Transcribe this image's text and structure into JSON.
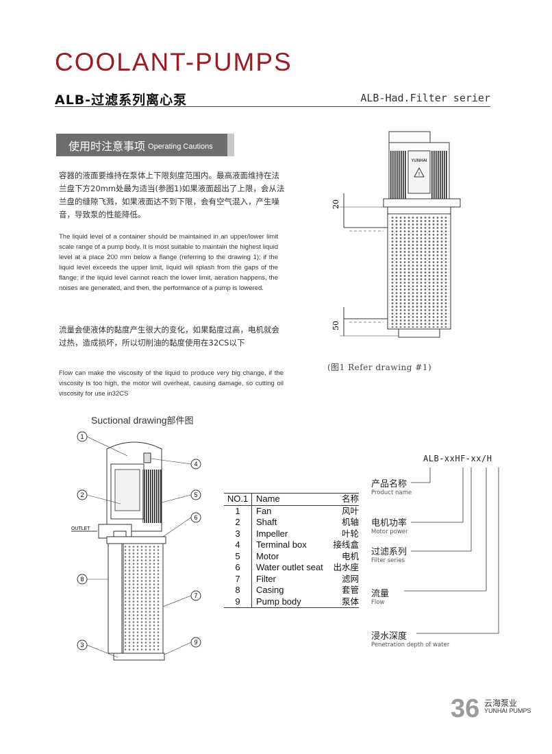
{
  "header": {
    "title": "COOLANT-PUMPS",
    "subtitle_cn": "ALB-过滤系列离心泵",
    "subtitle_en": "ALB-Had.Filter serier"
  },
  "cautions": {
    "banner_cn": "使用时注意事项",
    "banner_en": "Operating Cautions",
    "para_cn_1": "容器的液面要维持在泵体上下限刻度范围内。最高液面维持在法兰盘下方20mm处最为适当(参图1)如果液面超出了上限，会从法兰盘的缝隙飞溅，如果液面达不到下限，会有空气混入，产生噪音，导致泵的性能降低。",
    "para_en_1": "The liquid level of a container should be maintained in an upper/lower limit scale range of a pump body. It is most suitable to maintain the highest liquid level at a place 200 mm below a flange (referring to the drawing 1); if the liquid level exceeds the upper limit, liquid will splash from the gaps of the flange; if the liquid level cannot reach the lower limit, aeration happens, the noises are generated, and then, the performance of a pump is lowered.",
    "para_cn_2": "流量会使液体的黏度产生很大的变化，如果黏度过高，电机就会过热，造成损坏，所以切削油的黏度使用在32CS以下",
    "para_en_2": "Flow can make the viscosity of the liquid to produce very big change, if the viscosity is too high, the motor will overheat, causing damage, so cutting oil viscosity for use in32CS"
  },
  "figure1": {
    "caption": "(图1 Refer drawing #1)",
    "dim_top": "20",
    "dim_bottom": "50",
    "nameplate": "YUNHAI"
  },
  "sectional": {
    "title_en": "Suctional drawing",
    "title_cn": "部件图",
    "outlet_label": "OUTLET",
    "callouts": [
      "1",
      "2",
      "3",
      "4",
      "5",
      "6",
      "7",
      "8",
      "9"
    ]
  },
  "parts_table": {
    "headers": [
      "NO.1",
      "Name",
      "名称"
    ],
    "rows": [
      [
        "1",
        "Fan",
        "风叶"
      ],
      [
        "2",
        "Shaft",
        "机轴"
      ],
      [
        "3",
        "Impeller",
        "叶轮"
      ],
      [
        "4",
        "Terminal box",
        "接线盒"
      ],
      [
        "5",
        "Motor",
        "电机"
      ],
      [
        "6",
        "Water outlet seat",
        "出水座"
      ],
      [
        "7",
        "Filter",
        "滤网"
      ],
      [
        "8",
        "Casing",
        "套管"
      ],
      [
        "9",
        "Pump body",
        "泵体"
      ]
    ]
  },
  "model_code": {
    "code": "ALB-xxHF-xx/H",
    "labels": [
      {
        "cn": "产品名称",
        "en": "Product name"
      },
      {
        "cn": "电机功率",
        "en": "Motor power"
      },
      {
        "cn": "过滤系列",
        "en": "Filter series"
      },
      {
        "cn": "流量",
        "en": "Flow"
      },
      {
        "cn": "浸水深度",
        "en": "Penetration depth of water"
      }
    ]
  },
  "footer": {
    "page_number": "36",
    "brand_cn": "云海泵业",
    "brand_en": "YUNHAI PUMPS"
  }
}
